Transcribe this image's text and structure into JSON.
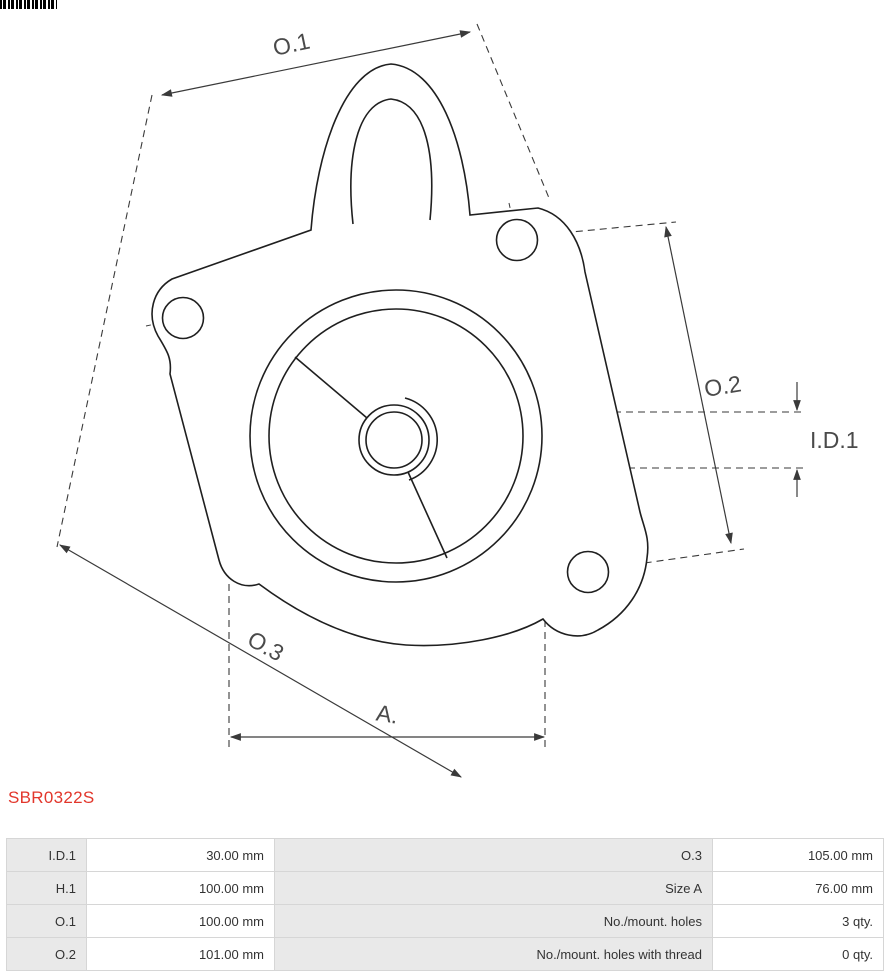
{
  "part_number": "SBR0322S",
  "colors": {
    "accent": "#e2362b",
    "table_label_bg": "#e9e9e9",
    "table_border": "#d6d6d6",
    "drawing_line": "#2a2a2a"
  },
  "drawing": {
    "labels": {
      "o1": "O.1",
      "o2": "O.2",
      "o3": "O.3",
      "id1": "I.D.1",
      "a": "A."
    }
  },
  "specs": {
    "rows": [
      {
        "k1": "I.D.1",
        "v1": "30.00 mm",
        "k2": "O.3",
        "v2": "105.00 mm"
      },
      {
        "k1": "H.1",
        "v1": "100.00 mm",
        "k2": "Size A",
        "v2": "76.00 mm"
      },
      {
        "k1": "O.1",
        "v1": "100.00 mm",
        "k2": "No./mount. holes",
        "v2": "3 qty."
      },
      {
        "k1": "O.2",
        "v1": "101.00 mm",
        "k2": "No./mount. holes with thread",
        "v2": "0 qty."
      }
    ]
  }
}
